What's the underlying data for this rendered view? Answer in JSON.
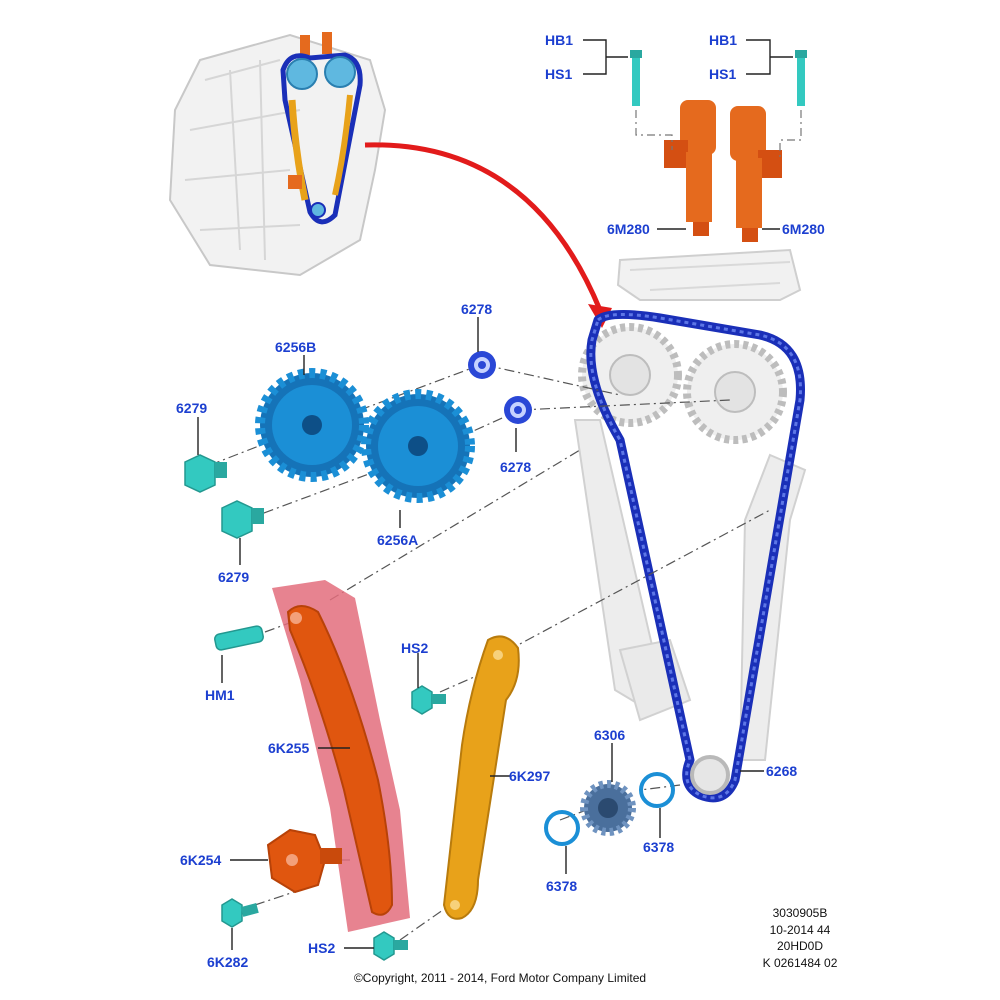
{
  "colors": {
    "label_blue": "#1c3fd0",
    "chain_blue": "#1a2fb8",
    "sprocket_blue": "#1b8fd6",
    "bolt_teal": "#33c9c0",
    "tensioner_orange": "#e0560f",
    "guide_gold": "#e8a21a",
    "highlight_red": "#e36d7c",
    "arrow_red": "#e21b1b",
    "ghost_gray": "#cfcfcf"
  },
  "labels": {
    "hb1_left": "HB1",
    "hs1_left": "HS1",
    "hb1_right": "HB1",
    "hs1_right": "HS1",
    "6m280_left": "6M280",
    "6m280_right": "6M280",
    "6256b": "6256B",
    "6278_top": "6278",
    "6278_bottom": "6278",
    "6279_top": "6279",
    "6279_bottom": "6279",
    "6256a": "6256A",
    "hm1": "HM1",
    "hs2_top": "HS2",
    "hs2_bottom": "HS2",
    "6k255": "6K255",
    "6k297": "6K297",
    "6306": "6306",
    "6268": "6268",
    "6378_right": "6378",
    "6378_left": "6378",
    "6k254": "6K254",
    "6k282": "6K282"
  },
  "doc_info": {
    "line1": "3030905B",
    "line2": "10-2014 44",
    "line3": "20HD0D",
    "line4": "K 0261484 02"
  },
  "copyright": "©Copyright, 2011 - 2014, Ford Motor Company Limited"
}
